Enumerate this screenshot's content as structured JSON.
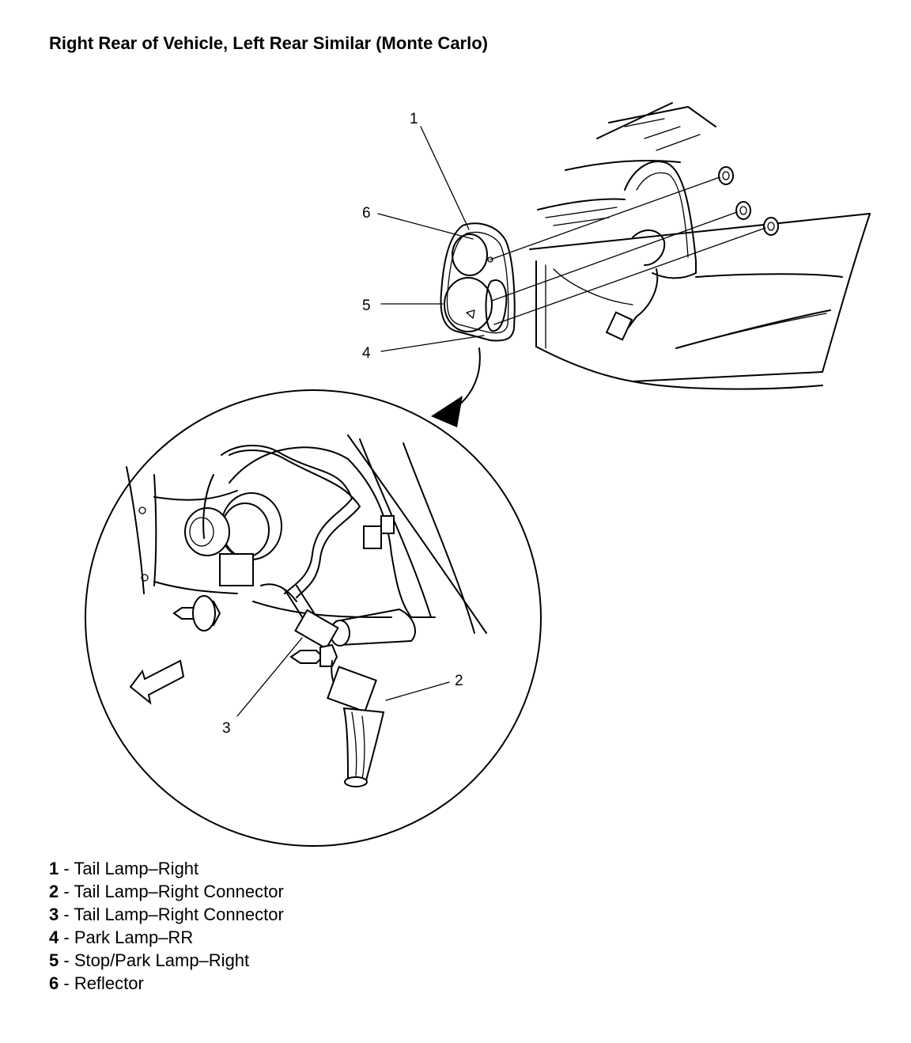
{
  "title": "Right Rear of Vehicle, Left Rear Similar (Monte Carlo)",
  "callouts": {
    "c1": "1",
    "c2": "2",
    "c3": "3",
    "c4": "4",
    "c5": "5",
    "c6": "6"
  },
  "legend": [
    {
      "num": "1",
      "sep": " - ",
      "label": "Tail Lamp–Right"
    },
    {
      "num": "2",
      "sep": " - ",
      "label": "Tail Lamp–Right Connector"
    },
    {
      "num": "3",
      "sep": " - ",
      "label": "Tail Lamp–Right Connector"
    },
    {
      "num": "4",
      "sep": " - ",
      "label": "Park Lamp–RR"
    },
    {
      "num": "5",
      "sep": " - ",
      "label": "Stop/Park Lamp–Right"
    },
    {
      "num": "6",
      "sep": " - ",
      "label": "Reflector"
    }
  ]
}
